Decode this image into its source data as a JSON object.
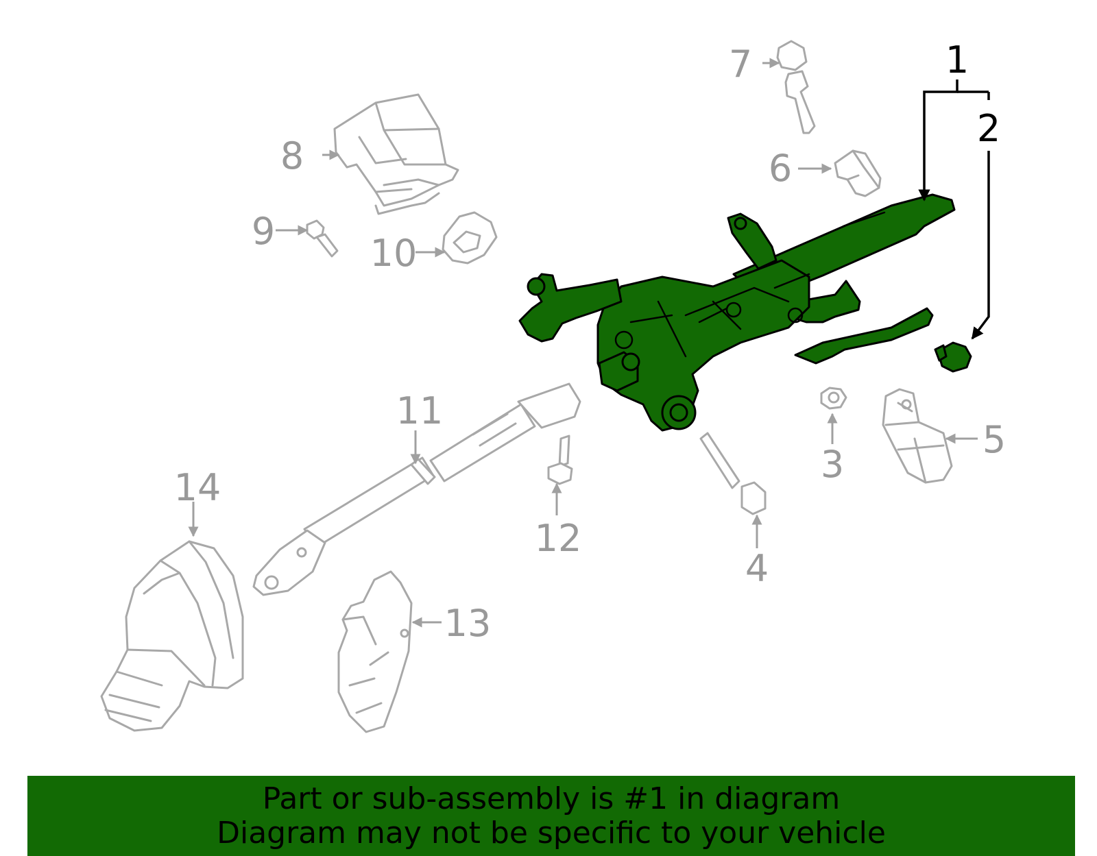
{
  "callouts": {
    "c1": "1",
    "c2": "2",
    "c3": "3",
    "c4": "4",
    "c5": "5",
    "c6": "6",
    "c7": "7",
    "c8": "8",
    "c9": "9",
    "c10": "10",
    "c11": "11",
    "c12": "12",
    "c13": "13",
    "c14": "14"
  },
  "highlighted_part": "1",
  "colors": {
    "highlight": "#126a04",
    "ghost_part": "#a8a8a8",
    "banner": "#126a04",
    "banner_text": "#000000"
  },
  "banner": {
    "line1": "Part or sub-assembly is #1 in diagram",
    "line2": "Diagram may not be specific to your vehicle"
  }
}
